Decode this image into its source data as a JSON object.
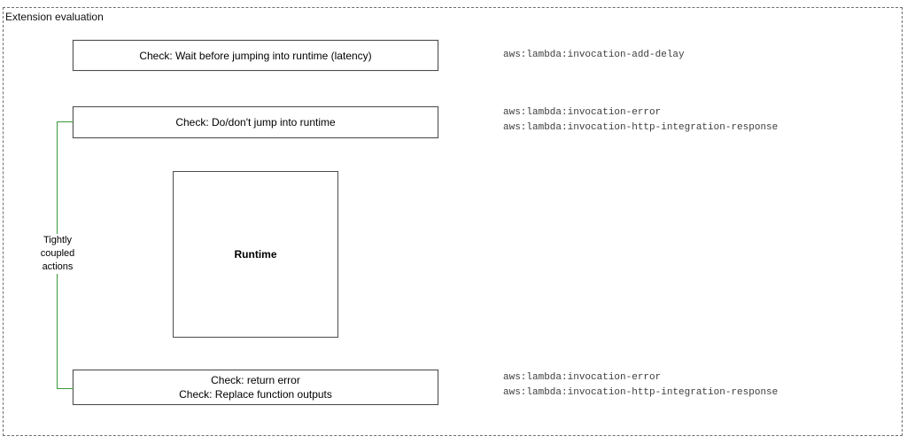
{
  "diagram": {
    "container_label": "Extension evaluation",
    "runtime_label": "Runtime",
    "checks": [
      {
        "label_lines": [
          "Check: Wait before jumping into runtime (latency)"
        ],
        "annotation_lines": [
          "aws:lambda:invocation-add-delay"
        ]
      },
      {
        "label_lines": [
          "Check: Do/don't jump into runtime"
        ],
        "annotation_lines": [
          "aws:lambda:invocation-error",
          "aws:lambda:invocation-http-integration-response"
        ]
      },
      {
        "label_lines": [
          "Check: return error",
          "Check: Replace function outputs"
        ],
        "annotation_lines": [
          "aws:lambda:invocation-error",
          "aws:lambda:invocation-http-integration-response"
        ]
      }
    ],
    "connector": {
      "label_lines": [
        "Tightly",
        "coupled",
        "actions"
      ],
      "color": "#3a9a3a"
    }
  }
}
